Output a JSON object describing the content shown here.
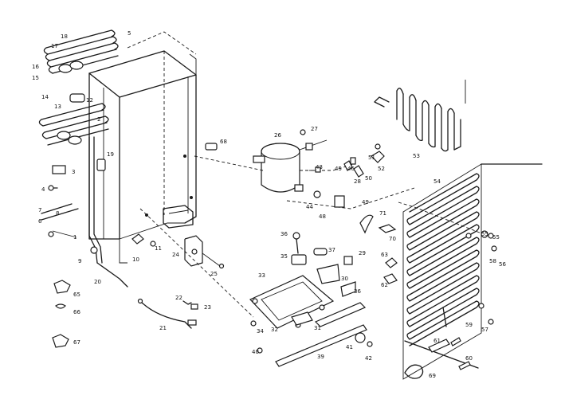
{
  "callouts": [
    {
      "id": "c1",
      "text": "1"
    },
    {
      "id": "c2",
      "text": "2"
    },
    {
      "id": "c3",
      "text": "3"
    },
    {
      "id": "c4",
      "text": "4"
    },
    {
      "id": "c5",
      "text": "5"
    },
    {
      "id": "c6",
      "text": "6"
    },
    {
      "id": "c7",
      "text": "7"
    },
    {
      "id": "c8",
      "text": "8"
    },
    {
      "id": "c9",
      "text": "9"
    },
    {
      "id": "c10",
      "text": "10"
    },
    {
      "id": "c11",
      "text": "11"
    },
    {
      "id": "c12",
      "text": "12"
    },
    {
      "id": "c13",
      "text": "13"
    },
    {
      "id": "c14",
      "text": "14"
    },
    {
      "id": "c15",
      "text": "15"
    },
    {
      "id": "c16",
      "text": "16"
    },
    {
      "id": "c17",
      "text": "17"
    },
    {
      "id": "c18",
      "text": "18"
    },
    {
      "id": "c19",
      "text": "19"
    },
    {
      "id": "c20",
      "text": "20"
    },
    {
      "id": "c21",
      "text": "21"
    },
    {
      "id": "c22",
      "text": "22"
    },
    {
      "id": "c23",
      "text": "23"
    },
    {
      "id": "c24",
      "text": "24"
    },
    {
      "id": "c25",
      "text": "25"
    },
    {
      "id": "c26",
      "text": "26"
    },
    {
      "id": "c27",
      "text": "27"
    },
    {
      "id": "c28",
      "text": "28"
    },
    {
      "id": "c29",
      "text": "29"
    },
    {
      "id": "c30",
      "text": "30"
    },
    {
      "id": "c31",
      "text": "31"
    },
    {
      "id": "c32",
      "text": "32"
    },
    {
      "id": "c33",
      "text": "33"
    },
    {
      "id": "c34",
      "text": "34"
    },
    {
      "id": "c35",
      "text": "35"
    },
    {
      "id": "c36",
      "text": "36"
    },
    {
      "id": "c36b",
      "text": "36"
    },
    {
      "id": "c37",
      "text": "37"
    },
    {
      "id": "c39",
      "text": "39"
    },
    {
      "id": "c40",
      "text": "40"
    },
    {
      "id": "c41",
      "text": "41"
    },
    {
      "id": "c42",
      "text": "42"
    },
    {
      "id": "c43",
      "text": "43"
    },
    {
      "id": "c43b",
      "text": "43"
    },
    {
      "id": "c44",
      "text": "44"
    },
    {
      "id": "c45",
      "text": "45"
    },
    {
      "id": "c46",
      "text": "46"
    },
    {
      "id": "c47",
      "text": "47"
    },
    {
      "id": "c48",
      "text": "48"
    },
    {
      "id": "c49",
      "text": "49"
    },
    {
      "id": "c50",
      "text": "50"
    },
    {
      "id": "c51",
      "text": "51"
    },
    {
      "id": "c52",
      "text": "52"
    },
    {
      "id": "c53",
      "text": "53"
    },
    {
      "id": "c54",
      "text": "54"
    },
    {
      "id": "c55",
      "text": "55"
    },
    {
      "id": "c55b",
      "text": "55"
    },
    {
      "id": "c56",
      "text": "56"
    },
    {
      "id": "c57",
      "text": "57"
    },
    {
      "id": "c58",
      "text": "58"
    },
    {
      "id": "c59",
      "text": "59"
    },
    {
      "id": "c60",
      "text": "60"
    },
    {
      "id": "c61",
      "text": "61"
    },
    {
      "id": "c62",
      "text": "62"
    },
    {
      "id": "c63",
      "text": "63"
    },
    {
      "id": "c65",
      "text": "65"
    },
    {
      "id": "c66",
      "text": "66"
    },
    {
      "id": "c67",
      "text": "67"
    },
    {
      "id": "c68",
      "text": "68"
    },
    {
      "id": "c69",
      "text": "69"
    },
    {
      "id": "c70",
      "text": "70"
    },
    {
      "id": "c71",
      "text": "71"
    }
  ]
}
